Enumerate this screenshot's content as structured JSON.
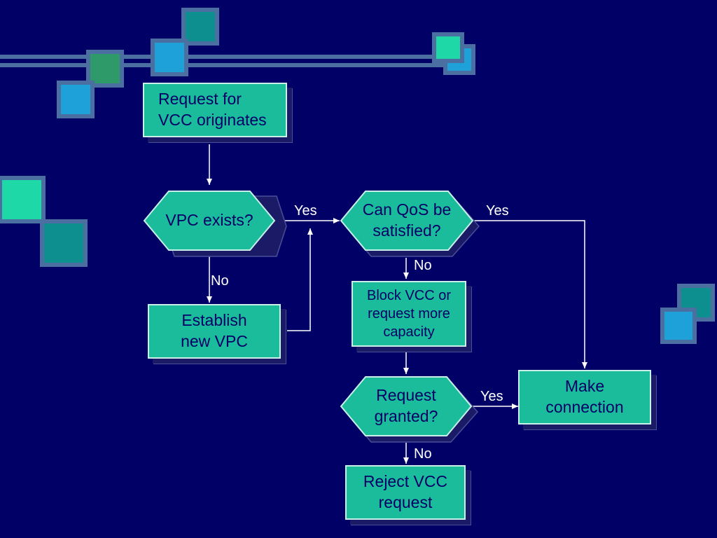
{
  "colors": {
    "background": "#000066",
    "node_fill": "#1ABC9C",
    "node_text": "#000066",
    "connector": "#ffffff"
  },
  "nodes": {
    "request_originates": "Request for\nVCC originates",
    "vpc_exists": "VPC exists?",
    "qos_satisfied": "Can QoS be\nsatisfied?",
    "establish_vpc": "Establish\nnew VPC",
    "block_vcc": "Block VCC or\nrequest more\ncapacity",
    "request_granted": "Request\ngranted?",
    "make_connection": "Make\nconnection",
    "reject_vcc": "Reject VCC\nrequest"
  },
  "edge_labels": {
    "vpc_yes": "Yes",
    "vpc_no": "No",
    "qos_yes": "Yes",
    "qos_no": "No",
    "granted_yes": "Yes",
    "granted_no": "No"
  }
}
